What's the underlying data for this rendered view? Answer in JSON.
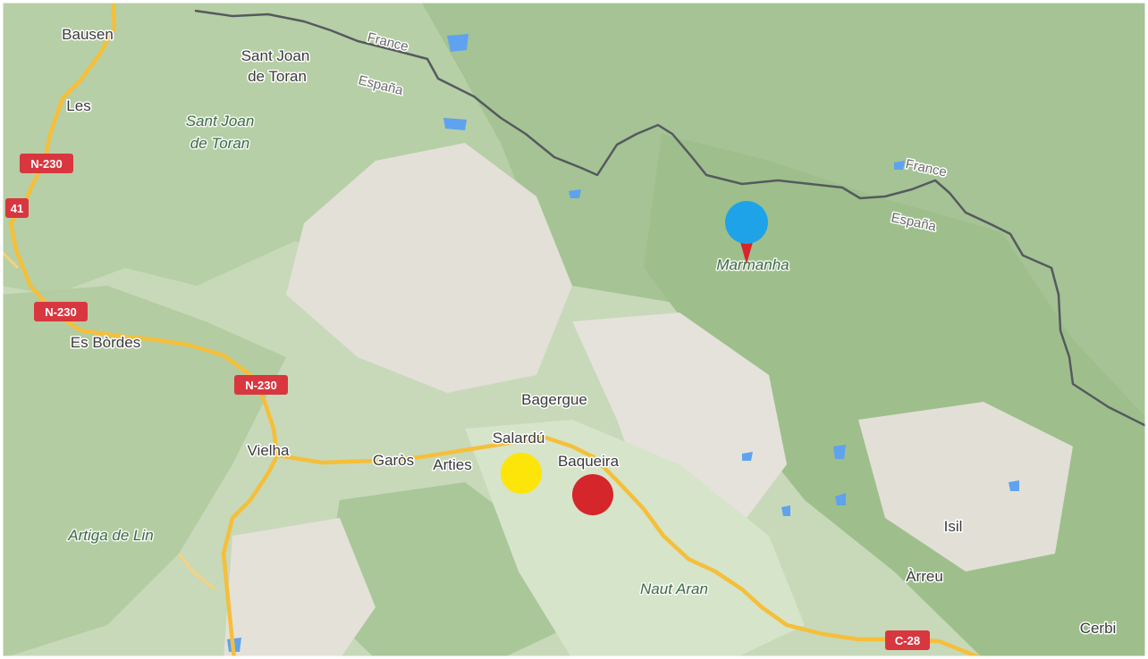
{
  "map": {
    "places": [
      {
        "key": "bausen",
        "text": "Bausen"
      },
      {
        "key": "sant-joan-1",
        "text": "Sant Joan"
      },
      {
        "key": "sant-joan-2",
        "text": "de Toran"
      },
      {
        "key": "les",
        "text": "Les"
      },
      {
        "key": "es-bordes",
        "text": "Es Bòrdes"
      },
      {
        "key": "vielha",
        "text": "Vielha"
      },
      {
        "key": "garos",
        "text": "Garòs"
      },
      {
        "key": "arties",
        "text": "Arties"
      },
      {
        "key": "salardu",
        "text": "Salardú"
      },
      {
        "key": "bagergue",
        "text": "Bagergue"
      },
      {
        "key": "baqueira",
        "text": "Baqueira"
      },
      {
        "key": "isil",
        "text": "Isil"
      },
      {
        "key": "arreu",
        "text": "Àrreu"
      },
      {
        "key": "cerbi",
        "text": "Cerbi"
      }
    ],
    "natural": [
      {
        "key": "sj-area-1",
        "text": "Sant Joan"
      },
      {
        "key": "sj-area-2",
        "text": "de Toran"
      },
      {
        "key": "artiga",
        "text": "Artiga de Lin"
      },
      {
        "key": "marmanha",
        "text": "Marmanha"
      },
      {
        "key": "naut-aran",
        "text": "Naut Aran"
      }
    ],
    "borders": [
      {
        "key": "france-1",
        "text": "France"
      },
      {
        "key": "espana-1",
        "text": "España"
      },
      {
        "key": "france-2",
        "text": "France"
      },
      {
        "key": "espana-2",
        "text": "España"
      }
    ],
    "road_shields": [
      {
        "key": "n230-a",
        "text": "N-230"
      },
      {
        "key": "n230-41",
        "text": "41"
      },
      {
        "key": "n230-b",
        "text": "N-230"
      },
      {
        "key": "n230-c",
        "text": "N-230"
      },
      {
        "key": "c28",
        "text": "C-28"
      }
    ],
    "markers": [
      {
        "key": "blue",
        "color": "#1fa3e8"
      },
      {
        "key": "yellow",
        "color": "#fde50a"
      },
      {
        "key": "red",
        "color": "#d4262b"
      }
    ],
    "colors": {
      "forest": "#a9c79a",
      "dark_forest": "#8fb57f",
      "meadow": "#d3e1c6",
      "rock": "#e6e3dc",
      "water": "#5fa2f0",
      "road": "#f5bf3a",
      "border": "#555a5e",
      "shield": "#d8373f"
    }
  }
}
